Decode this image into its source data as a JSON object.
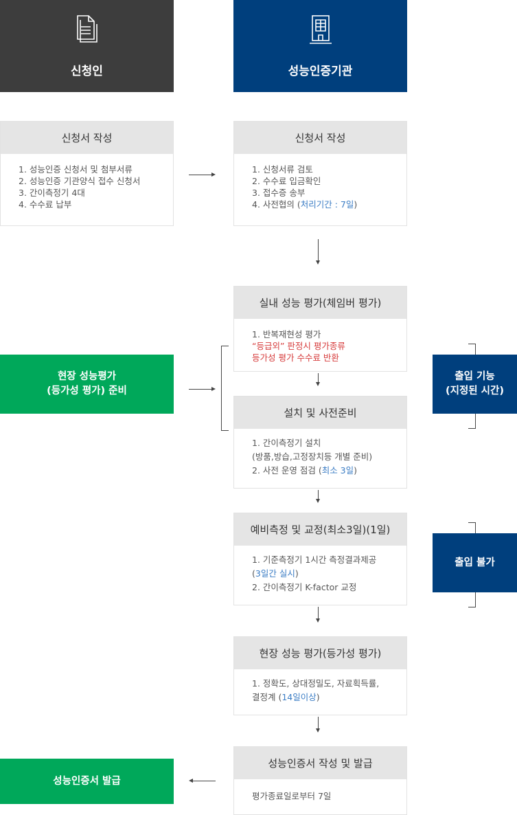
{
  "columns": {
    "applicant": "신청인",
    "agency": "성능인증기관"
  },
  "left_card": {
    "title": "신청서 작성",
    "items": [
      "1. 성능인증 신청서 및 첨부서류",
      "2. 성능인증 기관양식 접수 신청서",
      "3. 간이측정기 4대",
      "4. 수수료 납부"
    ]
  },
  "right_card1": {
    "title": "신청서 작성",
    "items": [
      "1. 신청서류 검토",
      "2. 수수료 입금확인",
      "3. 접수증 송부"
    ],
    "item4_prefix": "4. 사전협의 (",
    "item4_highlight": "처리기간 : 7일",
    "item4_suffix": ")"
  },
  "card2": {
    "title": "실내 성능 평가(체임버 평가)",
    "item1": "1. 반복재현성 평가",
    "red1": "“등급외” 판정시 평가종류",
    "red2": "등가성 평가 수수료 반환"
  },
  "card3": {
    "title": "설치 및 사전준비",
    "item1": "1. 간이측정기 설치",
    "item1b": "(방품,방습,고정장치등 개별 준비)",
    "item2_prefix": "2. 사전 운영 점검 (",
    "item2_highlight": "최소 3일",
    "item2_suffix": ")"
  },
  "card4": {
    "title": "예비측정 및 교정(최소3일)(1일)",
    "item1": "1. 기준측정기 1시간 측정결과제공",
    "item1b_open": "(",
    "item1b_highlight": "3일간 실시",
    "item1b_close": ")",
    "item2": "2. 간이측정기 K-factor 교정"
  },
  "card5": {
    "title": "현장 성능 평가(등가성 평가)",
    "item1": "1. 정확도, 상대정밀도, 자료획득률,",
    "item1b_prefix": "결정계 (",
    "item1b_highlight": "14일이상",
    "item1b_suffix": ")"
  },
  "card6": {
    "title": "성능인증서 작성 및 발급",
    "note": "평가종료일로부터 7일"
  },
  "green1": {
    "line1": "현장 성능평가",
    "line2": "(등가성 평가) 준비"
  },
  "green2": {
    "label": "성능인증서 발급"
  },
  "navy1": {
    "line1": "출입 기능",
    "line2": "(지정된 시간)"
  },
  "navy2": {
    "label": "출입 불가"
  },
  "colors": {
    "dark": "#3d3d3d",
    "navy": "#003f7d",
    "green": "#00a85a",
    "blue": "#3a7cc4",
    "red": "#d63b3b"
  }
}
